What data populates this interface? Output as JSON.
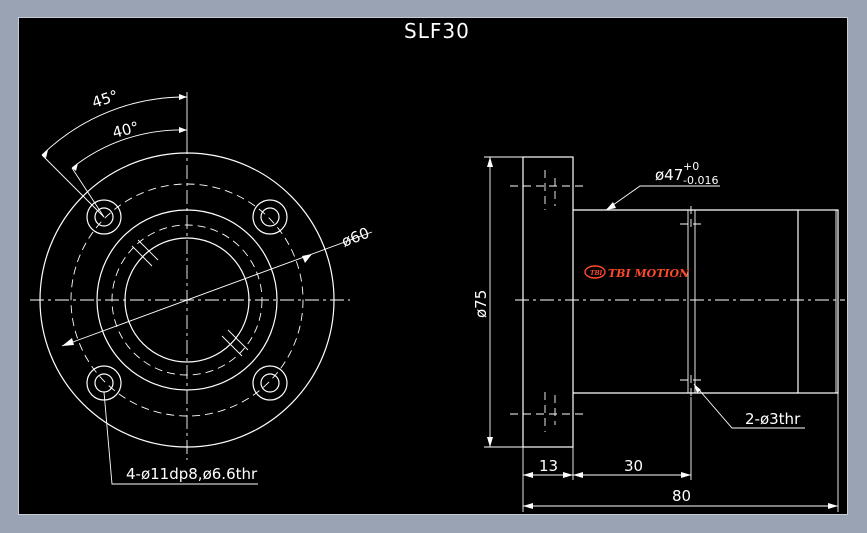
{
  "drawing": {
    "title": "SLF30",
    "brand_logo_text": "TBI MOTION",
    "labels": {
      "angle_outer": "45°",
      "angle_inner": "40°",
      "diameter_bolt_circle": "ø60",
      "holes": "4-ø11dp8,ø6.6thr",
      "flange_diameter": "ø75",
      "body_diameter_main": "ø47",
      "body_diameter_upper_tol": "+0",
      "body_diameter_lower_tol": "-0.016",
      "thread_holes": "2-ø3thr",
      "dim_flange_thickness": "13",
      "dim_body_length": "30",
      "dim_total_length": "80"
    }
  }
}
